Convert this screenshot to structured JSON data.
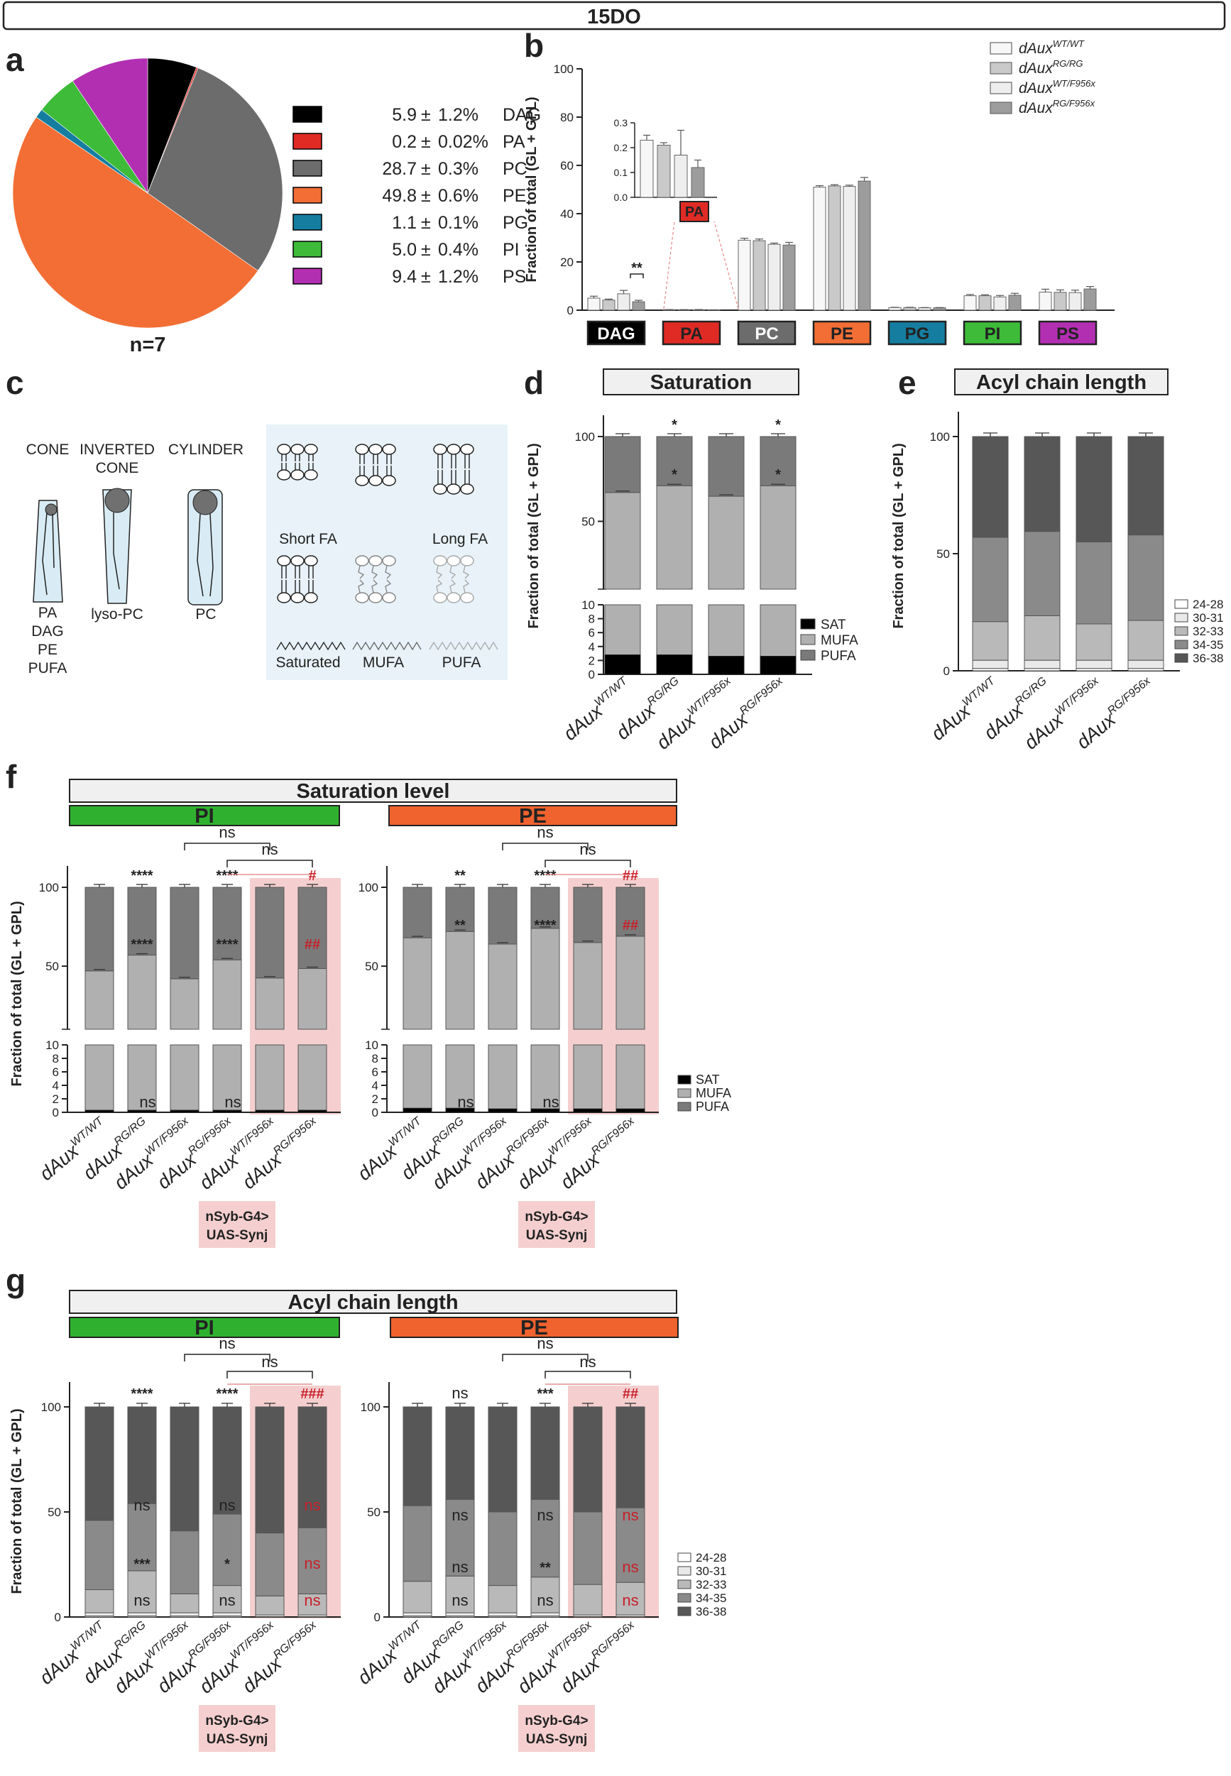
{
  "figure": {
    "main_title": "15DO",
    "panel_letters": [
      "a",
      "b",
      "c",
      "d",
      "e",
      "f",
      "g"
    ],
    "genotypes": [
      {
        "base": "dAux",
        "sup": "WT/WT"
      },
      {
        "base": "dAux",
        "sup": "RG/RG"
      },
      {
        "base": "dAux",
        "sup": "WT/F956x"
      },
      {
        "base": "dAux",
        "sup": "RG/F956x"
      }
    ],
    "rescue_genotypes": [
      {
        "base": "dAux",
        "sup": "WT/F956x"
      },
      {
        "base": "dAux",
        "sup": "RG/F956x"
      }
    ],
    "rescue_label_line1": "nSyb-G4>",
    "rescue_label_line2": "UAS-Synj",
    "y_axis_label": "Fraction of total (GL + GPL)",
    "colors": {
      "DAG": "#000000",
      "PA": "#e02b25",
      "PC": "#6c6c6c",
      "PE": "#f26e35",
      "PG": "#157ea0",
      "PI": "#3dbb39",
      "PS": "#b22fb2",
      "SAT": "#000000",
      "MUFA": "#b0b0b0",
      "PUFA": "#7a7a7a",
      "rescue_bg": "#f5cfcf",
      "panel_bg": "#e8f2f8",
      "green": "#2fb12f",
      "orange": "#f0622e",
      "red": "#c8202a"
    }
  },
  "panel_a": {
    "letter": "a",
    "n_label": "n=7",
    "chart_data": {
      "type": "pie",
      "slices": [
        {
          "label": "DAG",
          "mean": "5.9",
          "sep": "±",
          "sd": "1.2%",
          "value": 5.9
        },
        {
          "label": "PA",
          "mean": "0.2",
          "sep": "±",
          "sd": "0.02%",
          "value": 0.2
        },
        {
          "label": "PC",
          "mean": "28.7",
          "sep": "±",
          "sd": "0.3%",
          "value": 28.7
        },
        {
          "label": "PE",
          "mean": "49.8",
          "sep": "±",
          "sd": "0.6%",
          "value": 49.8
        },
        {
          "label": "PG",
          "mean": "1.1",
          "sep": "±",
          "sd": "0.1%",
          "value": 1.1
        },
        {
          "label": "PI",
          "mean": "5.0",
          "sep": "±",
          "sd": "0.4%",
          "value": 5.0
        },
        {
          "label": "PS",
          "mean": "9.4",
          "sep": "±",
          "sd": "1.2%",
          "value": 9.4
        }
      ]
    }
  },
  "panel_b": {
    "letter": "b",
    "chart_data": {
      "type": "bar",
      "categories": [
        "DAG",
        "PA",
        "PC",
        "PE",
        "PG",
        "PI",
        "PS"
      ],
      "series": [
        {
          "name": "dAux",
          "sup": "WT/WT",
          "values": [
            5.0,
            0.23,
            29.0,
            51.0,
            1.1,
            6.0,
            7.5
          ],
          "err": [
            0.8,
            0.02,
            0.8,
            0.6,
            0.1,
            0.5,
            1.2
          ]
        },
        {
          "name": "dAux",
          "sup": "RG/RG",
          "values": [
            4.2,
            0.21,
            28.8,
            51.5,
            1.1,
            6.0,
            7.4
          ],
          "err": [
            0.4,
            0.01,
            0.7,
            0.5,
            0.1,
            0.4,
            1.0
          ]
        },
        {
          "name": "dAux",
          "sup": "WT/F956x",
          "values": [
            6.8,
            0.17,
            27.3,
            51.3,
            1.0,
            5.5,
            7.3
          ],
          "err": [
            1.4,
            0.1,
            0.5,
            0.5,
            0.1,
            0.6,
            1.0
          ]
        },
        {
          "name": "dAux",
          "sup": "RG/F956x",
          "values": [
            3.5,
            0.12,
            27.0,
            53.5,
            1.0,
            6.2,
            8.8
          ],
          "err": [
            0.6,
            0.03,
            1.1,
            1.5,
            0.1,
            0.8,
            1.0
          ]
        }
      ],
      "ylim": [
        0,
        100
      ],
      "yticks": [
        "0",
        "20",
        "40",
        "60",
        "80",
        "100"
      ],
      "inset": {
        "category": "PA",
        "ylim": [
          0,
          0.3
        ],
        "yticks": [
          "0.0",
          "0.1",
          "0.2",
          "0.3"
        ]
      },
      "significance": [
        {
          "category": "DAG",
          "label": "**"
        }
      ]
    }
  },
  "panel_c": {
    "letter": "c",
    "shapes": [
      {
        "title_line1": "CONE",
        "title_line2": "",
        "labels": [
          "PA",
          "DAG",
          "PE",
          "PUFA"
        ]
      },
      {
        "title_line1": "INVERTED",
        "title_line2": "CONE",
        "labels": [
          "lyso-PC"
        ]
      },
      {
        "title_line1": "CYLINDER",
        "title_line2": "",
        "labels": [
          "PC"
        ]
      }
    ],
    "schematic_labels": [
      "Short FA",
      "Long FA",
      "Saturated",
      "MUFA",
      "PUFA"
    ]
  },
  "panel_d": {
    "letter": "d",
    "title": "Saturation",
    "chart_data": {
      "type": "bar",
      "stacked": true,
      "broken_axis": true,
      "upper_yticks": [
        "50",
        "100"
      ],
      "lower_yticks": [
        "0",
        "2",
        "4",
        "6",
        "8",
        "10"
      ],
      "legend": [
        "SAT",
        "MUFA",
        "PUFA"
      ],
      "bars": [
        {
          "sat": 2.8,
          "mufa": 64.2,
          "pufa": 33.0
        },
        {
          "sat": 2.8,
          "mufa": 68.2,
          "pufa": 29.0
        },
        {
          "sat": 2.6,
          "mufa": 62.2,
          "pufa": 35.2
        },
        {
          "sat": 2.6,
          "mufa": 68.4,
          "pufa": 29.0
        }
      ],
      "significance": [
        {
          "bar": 1,
          "pos": "top",
          "label": "*"
        },
        {
          "bar": 1,
          "pos": "mid",
          "label": "*"
        },
        {
          "bar": 3,
          "pos": "top",
          "label": "*"
        },
        {
          "bar": 3,
          "pos": "mid",
          "label": "*"
        }
      ]
    }
  },
  "panel_e": {
    "letter": "e",
    "title": "Acyl chain length",
    "chart_data": {
      "type": "bar",
      "stacked": true,
      "yticks": [
        "0",
        "50",
        "100"
      ],
      "legend": [
        "24-28",
        "30-31",
        "32-33",
        "34-35",
        "36-38"
      ],
      "bars": [
        {
          "b": [
            1.0,
            3.5,
            16.5,
            36.0,
            43.0
          ]
        },
        {
          "b": [
            1.0,
            3.5,
            19.0,
            36.0,
            40.5
          ]
        },
        {
          "b": [
            1.0,
            3.5,
            15.5,
            35.0,
            45.0
          ]
        },
        {
          "b": [
            1.0,
            3.5,
            17.0,
            36.5,
            42.0
          ]
        }
      ]
    }
  },
  "panel_f": {
    "letter": "f",
    "title": "Saturation level",
    "sub_pi": "PI",
    "sub_pe": "PE",
    "ns": "ns",
    "legend": [
      "SAT",
      "MUFA",
      "PUFA"
    ],
    "upper_yticks": [
      "50",
      "100"
    ],
    "lower_yticks": [
      "0",
      "2",
      "4",
      "6",
      "8",
      "10"
    ],
    "chart_data": [
      {
        "type": "bar",
        "lipid": "PI",
        "stacked": true,
        "bars": [
          {
            "sat": 0.3,
            "mufa": 46.7,
            "pufa": 53.0
          },
          {
            "sat": 0.3,
            "mufa": 56.7,
            "pufa": 43.0
          },
          {
            "sat": 0.3,
            "mufa": 41.7,
            "pufa": 58.0
          },
          {
            "sat": 0.3,
            "mufa": 53.7,
            "pufa": 46.0
          },
          {
            "sat": 0.3,
            "mufa": 42.2,
            "pufa": 57.5
          },
          {
            "sat": 0.3,
            "mufa": 48.2,
            "pufa": 51.5
          }
        ],
        "top_labels": [
          "",
          "****",
          "",
          "****",
          "",
          "#"
        ],
        "mid_labels": [
          "",
          "****",
          "",
          "****",
          "",
          "##"
        ],
        "low_labels": [
          "",
          "ns",
          "",
          "ns",
          "",
          ""
        ]
      },
      {
        "type": "bar",
        "lipid": "PE",
        "stacked": true,
        "bars": [
          {
            "sat": 0.6,
            "mufa": 67.4,
            "pufa": 32.0
          },
          {
            "sat": 0.6,
            "mufa": 71.4,
            "pufa": 28.0
          },
          {
            "sat": 0.5,
            "mufa": 63.5,
            "pufa": 36.0
          },
          {
            "sat": 0.5,
            "mufa": 73.5,
            "pufa": 26.0
          },
          {
            "sat": 0.5,
            "mufa": 64.5,
            "pufa": 35.0
          },
          {
            "sat": 0.5,
            "mufa": 68.5,
            "pufa": 31.0
          }
        ],
        "top_labels": [
          "",
          "**",
          "",
          "****",
          "",
          "##"
        ],
        "mid_labels": [
          "",
          "**",
          "",
          "****",
          "",
          "##"
        ],
        "low_labels": [
          "",
          "ns",
          "",
          "ns",
          "",
          ""
        ]
      }
    ]
  },
  "panel_g": {
    "letter": "g",
    "title": "Acyl chain length",
    "sub_pi": "PI",
    "sub_pe": "PE",
    "ns": "ns",
    "legend": [
      "24-28",
      "30-31",
      "32-33",
      "34-35",
      "36-38"
    ],
    "yticks": [
      "0",
      "50",
      "100"
    ],
    "chart_data": [
      {
        "type": "bar",
        "lipid": "PI",
        "stacked": true,
        "bars": [
          {
            "b": [
              0.5,
              1.5,
              11.0,
              33.0,
              54.0
            ]
          },
          {
            "b": [
              0.5,
              1.5,
              20.0,
              32.0,
              46.0
            ]
          },
          {
            "b": [
              0.5,
              1.5,
              9.0,
              30.0,
              59.0
            ]
          },
          {
            "b": [
              0.5,
              1.5,
              13.0,
              34.0,
              51.0
            ]
          },
          {
            "b": [
              0.2,
              0.8,
              9.0,
              30.0,
              60.0
            ]
          },
          {
            "b": [
              0.2,
              0.8,
              10.0,
              31.5,
              57.5
            ]
          }
        ],
        "top_labels": [
          "",
          "****",
          "",
          "****",
          "",
          "###"
        ],
        "upper_mid_labels": [
          "",
          "ns",
          "",
          "ns",
          "",
          "ns"
        ],
        "mid_labels": [
          "",
          "***",
          "",
          "*",
          "",
          "ns"
        ],
        "low_labels": [
          "",
          "ns",
          "",
          "ns",
          "",
          "ns"
        ]
      },
      {
        "type": "bar",
        "lipid": "PE",
        "stacked": true,
        "bars": [
          {
            "b": [
              0.5,
              1.5,
              15.0,
              36.0,
              47.0
            ]
          },
          {
            "b": [
              0.5,
              1.5,
              17.5,
              36.5,
              44.0
            ]
          },
          {
            "b": [
              0.5,
              1.5,
              13.0,
              35.0,
              50.0
            ]
          },
          {
            "b": [
              0.5,
              1.5,
              17.0,
              37.0,
              44.0
            ]
          },
          {
            "b": [
              0.2,
              0.8,
              14.5,
              34.5,
              50.0
            ]
          },
          {
            "b": [
              0.2,
              0.8,
              15.5,
              35.5,
              48.0
            ]
          }
        ],
        "top_labels": [
          "",
          "ns",
          "",
          "***",
          "",
          "##"
        ],
        "upper_mid_labels": [
          "",
          "ns",
          "",
          "ns",
          "",
          "ns"
        ],
        "mid_labels": [
          "",
          "ns",
          "",
          "**",
          "",
          "ns"
        ],
        "low_labels": [
          "",
          "ns",
          "",
          "ns",
          "",
          "ns"
        ]
      }
    ]
  }
}
